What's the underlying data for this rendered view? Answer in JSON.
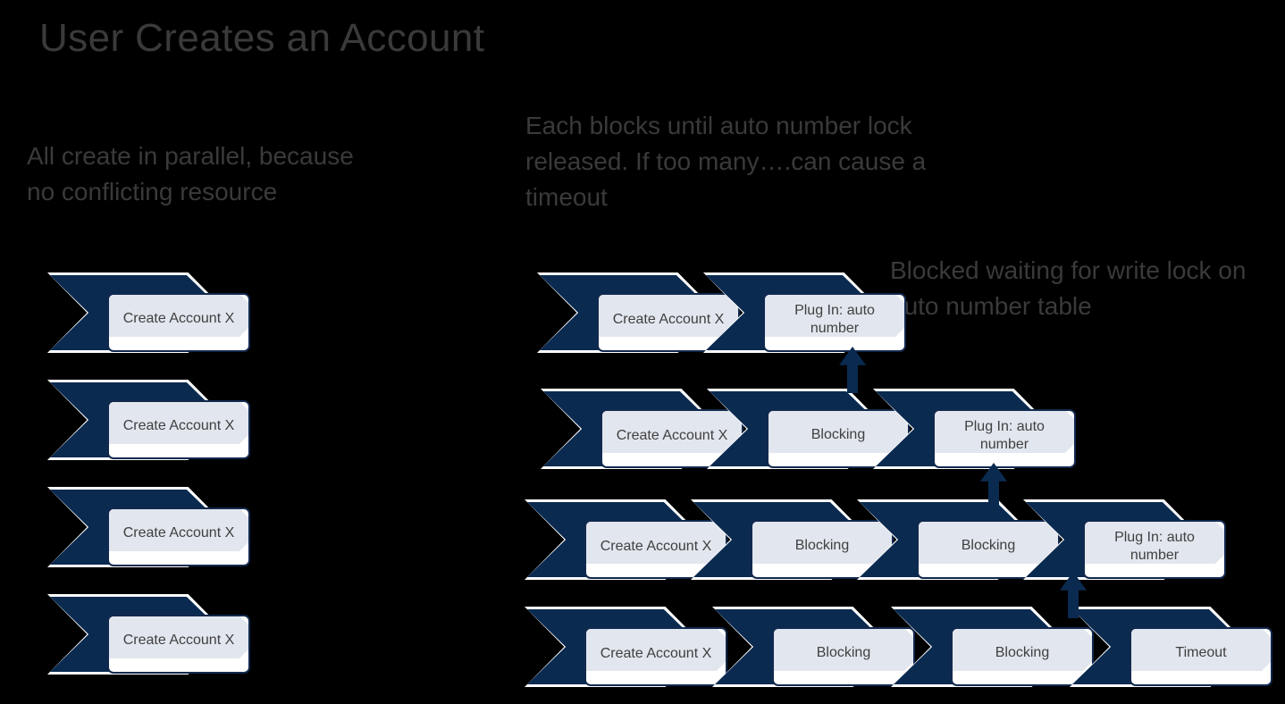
{
  "slide": {
    "title": "User Creates an Account",
    "background_color": "#000000",
    "text_color": "#3a3a3a",
    "accent_navy": "#0a2a50",
    "card_band_color": "#e2e6ee",
    "card_bg_color": "#ffffff"
  },
  "notes": {
    "left": "All create in parallel, because no conflicting resource",
    "middle": "Each blocks until auto number lock released. If too many….can cause a timeout",
    "right": "Blocked waiting for write lock on auto number table"
  },
  "left_flow": {
    "label": "Create Account X",
    "rows": [
      {
        "steps": [
          {
            "label": "Create Account X"
          }
        ]
      },
      {
        "steps": [
          {
            "label": "Create Account X"
          }
        ]
      },
      {
        "steps": [
          {
            "label": "Create Account X"
          }
        ]
      },
      {
        "steps": [
          {
            "label": "Create Account X"
          }
        ]
      }
    ]
  },
  "right_flow": {
    "rows": [
      {
        "steps": [
          {
            "label": "Create Account X"
          },
          {
            "label": "Plug In: auto number"
          }
        ]
      },
      {
        "steps": [
          {
            "label": "Create Account X"
          },
          {
            "label": "Blocking"
          },
          {
            "label": "Plug In: auto number"
          }
        ]
      },
      {
        "steps": [
          {
            "label": "Create Account X"
          },
          {
            "label": "Blocking"
          },
          {
            "label": "Blocking"
          },
          {
            "label": "Plug In: auto number"
          }
        ]
      },
      {
        "steps": [
          {
            "label": "Create Account X"
          },
          {
            "label": "Blocking"
          },
          {
            "label": "Blocking"
          },
          {
            "label": "Timeout"
          }
        ]
      }
    ],
    "arrows": [
      {
        "name": "arrow-row2-to-row1"
      },
      {
        "name": "arrow-row3-to-row2"
      },
      {
        "name": "arrow-row4-to-row3"
      }
    ]
  }
}
